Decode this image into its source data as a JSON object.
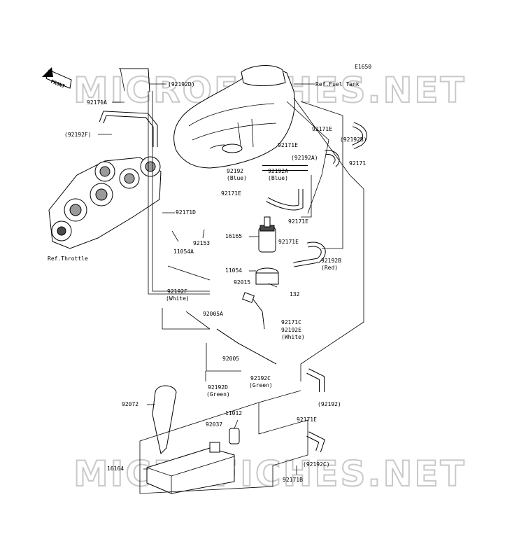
{
  "diagram_code": "E1650",
  "watermark": "MICROFICHES.NET",
  "front_arrow": "FRONT",
  "refs": {
    "fuel_tank": "Ref.Fuel Tank",
    "throttle": "Ref.Throttle"
  },
  "labels": {
    "l92192D_top": "(92192D)",
    "l92171A": "92171A",
    "l92192F_top": "(92192F)",
    "l92171E_r1": "92171E",
    "l92192B_r": "(92192B)",
    "l92171E_r2": "92171E",
    "l92192A_r": "(92192A)",
    "l92171": "92171",
    "l92192_blue_num": "92192",
    "l92192_blue_col": "(Blue)",
    "l92192A_blue_num": "92192A",
    "l92192A_blue_col": "(Blue)",
    "l92171E_c1": "92171E",
    "l92171E_c2": "92171E",
    "l92171D": "92171D",
    "l16165": "16165",
    "l92171E_c3": "92171E",
    "l92153": "92153",
    "l11054A": "11054A",
    "l92192B_red_num": "92192B",
    "l92192B_red_col": "(Red)",
    "l11054": "11054",
    "l92015": "92015",
    "l132": "132",
    "l92192F_white_num": "92192F",
    "l92192F_white_col": "(White)",
    "l92005A": "92005A",
    "l92171C": "92171C",
    "l92192E_num": "92192E",
    "l92192E_col": "(White)",
    "l92005": "92005",
    "l92192C_green_num": "92192C",
    "l92192C_green_col": "(Green)",
    "l92192D_green_num": "92192D",
    "l92192D_green_col": "(Green)",
    "l92072": "92072",
    "l92192_paren": "(92192)",
    "l11012": "11012",
    "l92037": "92037",
    "l92171E_b": "92171E",
    "l16164": "16164",
    "l92192C_paren": "(92192C)",
    "l92171B": "92171B"
  }
}
